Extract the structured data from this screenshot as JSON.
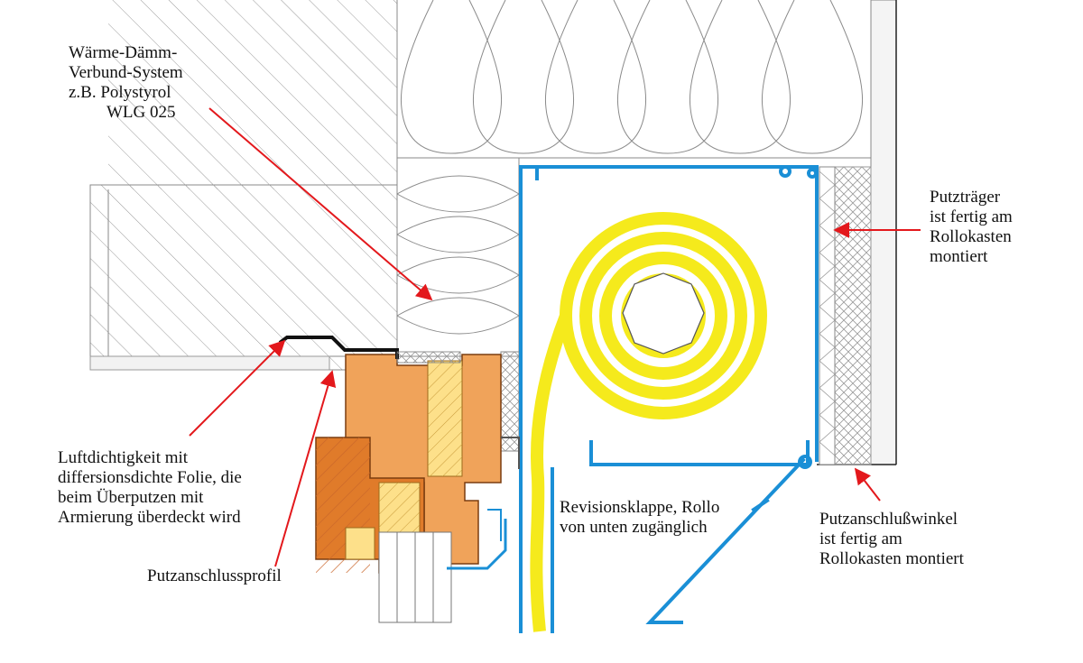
{
  "labels": {
    "wdvs": [
      "Wärme-Dämm-",
      "Verbund-System",
      "z.B. Polystyrol",
      "WLG 025"
    ],
    "putztraeger": [
      "Putzträger",
      "ist fertig am",
      "Rollokasten",
      "montiert"
    ],
    "luftdicht": [
      "Luftdichtigkeit mit",
      "differsionsdichte Folie, die",
      "beim Überputzen mit",
      "Armierung überdeckt wird"
    ],
    "revision": [
      "Revisionsklappe, Rollo",
      "von unten zugänglich"
    ],
    "putzanschlusswinkel": [
      "Putzanschlußwinkel",
      "ist fertig am",
      "Rollokasten montiert"
    ],
    "putzanschlussprofil": [
      "Putzanschlussprofil"
    ]
  },
  "colors": {
    "arrow": "#e3181c",
    "box": "#1a8fd6",
    "roll": "#f5ea1c",
    "wood": "#f0a35a",
    "wood_dark": "#e07b2a",
    "insulation": "#fde08a",
    "line": "#333333"
  }
}
